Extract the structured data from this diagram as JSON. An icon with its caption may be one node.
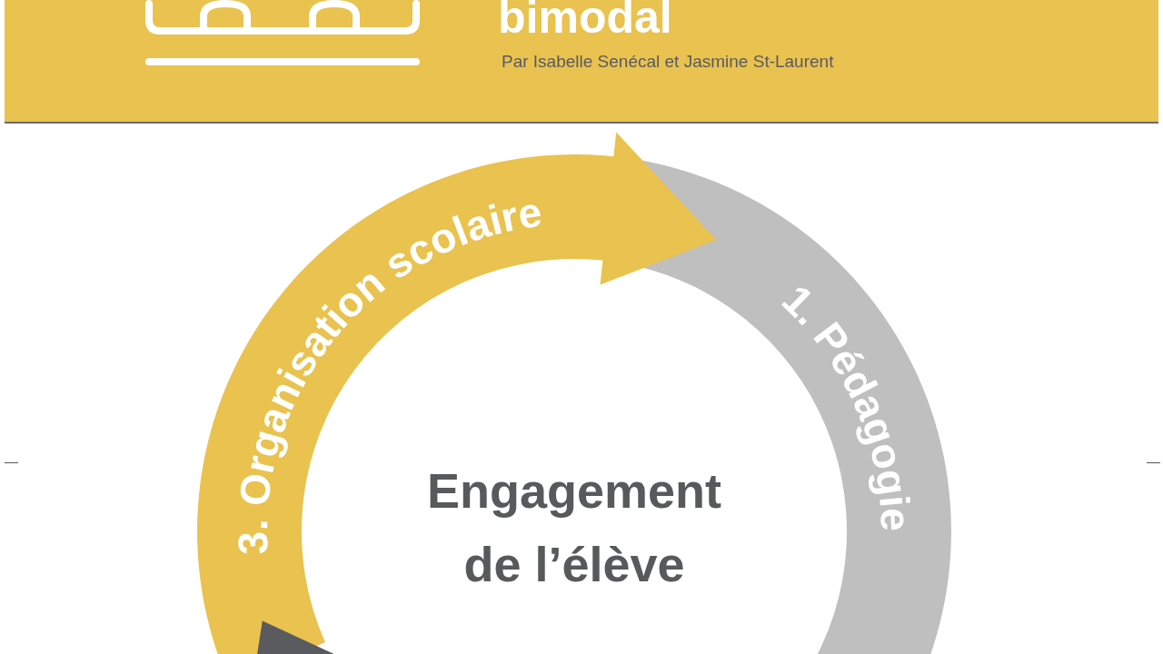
{
  "diagram": {
    "title": "bimodal",
    "nodes": [
      {
        "text": [
          "3. Organisation scolaire"
        ]
      },
      {
        "text": [
          "1. Pédagogie"
        ]
      },
      {
        "text": [],
        "shape": "arrow"
      },
      {
        "text": [
          "Engagement de l’élève"
        ]
      }
    ],
    "labels": [
      "Par Isabelle Senécal et Jasmine St-Laurent"
    ]
  }
}
